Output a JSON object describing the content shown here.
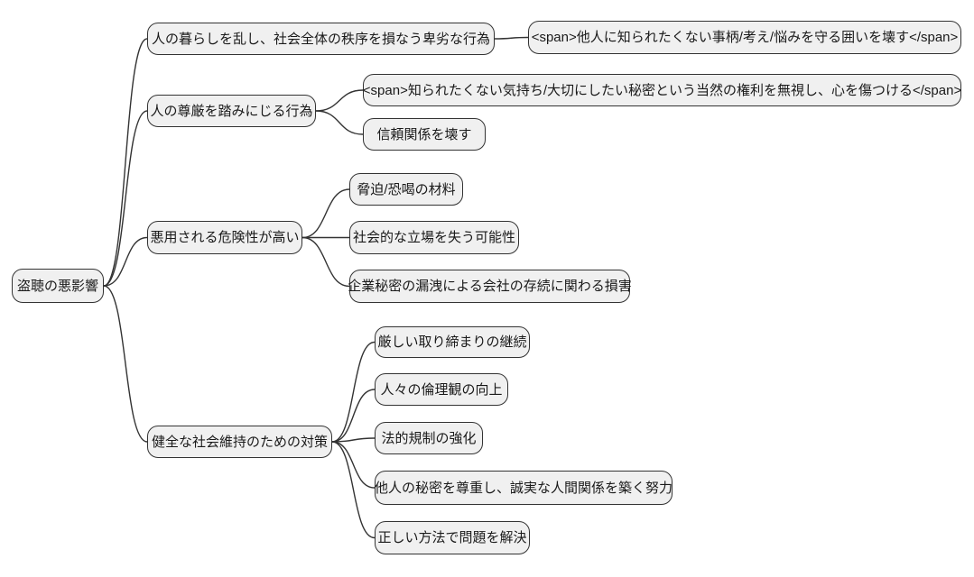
{
  "diagram": {
    "title": "盗聴の悪影響 mindmap",
    "type": "mindmap",
    "background_color": "#ffffff",
    "node_fill_color": "#f0f0f0",
    "node_border_color": "#333333",
    "edge_color": "#333333",
    "text_color": "#1a1a1a"
  },
  "nodes": {
    "root": "盗聴の悪影響",
    "b1": "人の暮らしを乱し、社会全体の秩序を損なう卑劣な行為",
    "b1c1": "<span>他人に知られたくない事柄/考え/悩みを守る囲いを壊す</span>",
    "b2": "人の尊厳を踏みにじる行為",
    "b2c1": "<span>知られたくない気持ち/大切にしたい秘密という当然の権利を無視し、心を傷つける</span>",
    "b2c2": "信頼関係を壊す",
    "b3": "悪用される危険性が高い",
    "b3c1": "脅迫/恐喝の材料",
    "b3c2": "社会的な立場を失う可能性",
    "b3c3": "企業秘密の漏洩による会社の存続に関わる損害",
    "b4": "健全な社会維持のための対策",
    "b4c1": "厳しい取り締まりの継続",
    "b4c2": "人々の倫理観の向上",
    "b4c3": "法的規制の強化",
    "b4c4": "他人の秘密を尊重し、誠実な人間関係を築く努力",
    "b4c5": "正しい方法で問題を解決"
  },
  "edges": [
    [
      "root",
      "b1"
    ],
    [
      "root",
      "b2"
    ],
    [
      "root",
      "b3"
    ],
    [
      "root",
      "b4"
    ],
    [
      "b1",
      "b1c1"
    ],
    [
      "b2",
      "b2c1"
    ],
    [
      "b2",
      "b2c2"
    ],
    [
      "b3",
      "b3c1"
    ],
    [
      "b3",
      "b3c2"
    ],
    [
      "b3",
      "b3c3"
    ],
    [
      "b4",
      "b4c1"
    ],
    [
      "b4",
      "b4c2"
    ],
    [
      "b4",
      "b4c3"
    ],
    [
      "b4",
      "b4c4"
    ],
    [
      "b4",
      "b4c5"
    ]
  ]
}
